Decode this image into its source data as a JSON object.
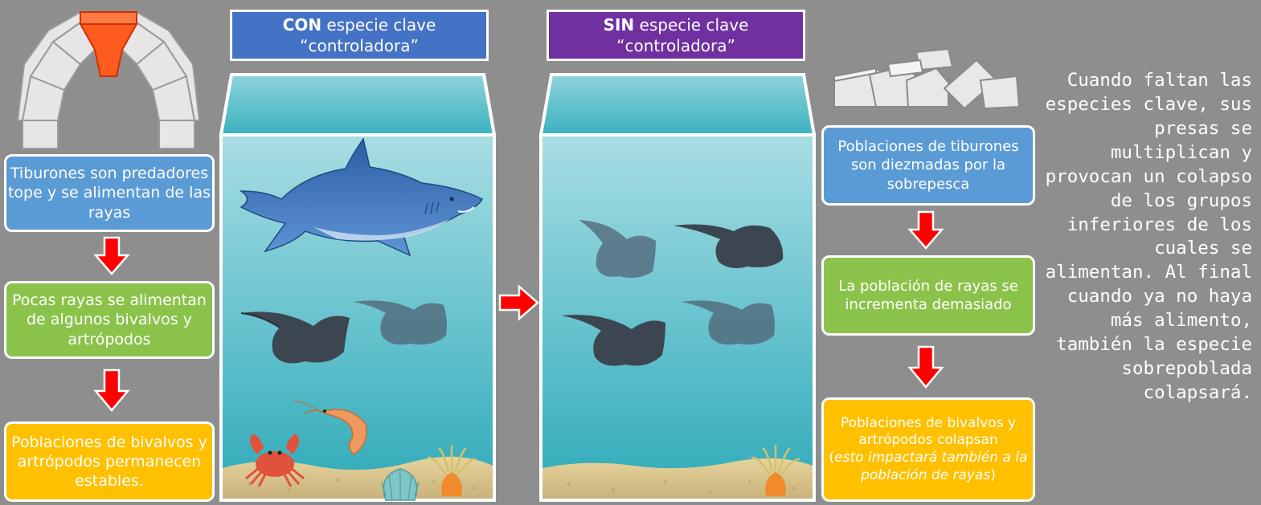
{
  "headers": {
    "with": {
      "bold": "CON",
      "rest": " especie clave",
      "line2": "“controladora”",
      "color": "#4472c4"
    },
    "without": {
      "bold": "SIN",
      "rest": " especie clave",
      "line2": "“controladora”",
      "color": "#7030a0"
    }
  },
  "left_chain": [
    {
      "text": "Tiburones son predadores tope y se alimentan de las rayas",
      "color": "#5b9bd5"
    },
    {
      "text": "Pocas rayas se alimentan de algunos bivalvos y artrópodos",
      "color": "#8bc34a"
    },
    {
      "text": "Poblaciones de bivalvos y artrópodos permanecen estables.",
      "color": "#ffc000"
    }
  ],
  "right_chain": [
    {
      "text": "Poblaciones de tiburones son diezmadas por la sobrepesca",
      "color": "#5b9bd5"
    },
    {
      "text": "La población de rayas se incrementa demasiado",
      "color": "#8bc34a"
    },
    {
      "text_main": "Poblaciones de bivalvos y artrópodos colapsan",
      "text_italic": "esto impactará también a la población de rayas",
      "color": "#ffc000"
    }
  ],
  "side_note": "Cuando faltan las especies clave, sus presas se multiplican y provocan un colapso de los grupos inferiores de los cuales se alimentan. Al final cuando ya no haya más alimento, también la especie sobrepoblada colapsará.",
  "icons": {
    "arch": "keystone-arch-icon",
    "collapsed": "collapsed-blocks-icon",
    "shark": "shark",
    "ray": "stingray",
    "crab": "crab",
    "shrimp": "shrimp",
    "shell": "scallop-shell",
    "anemone": "sea-anemone"
  },
  "arrow_color": "#ff0000"
}
